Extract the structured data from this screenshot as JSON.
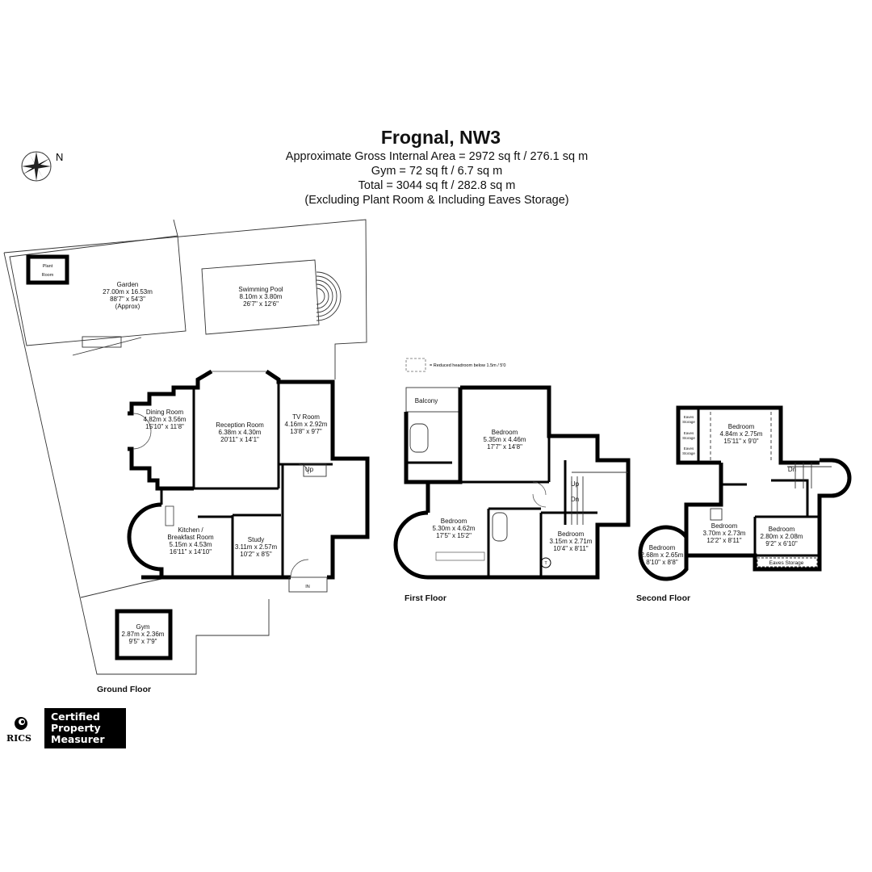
{
  "header": {
    "title": "Frognal, NW3",
    "lines": [
      "Approximate Gross Internal Area = 2972 sq ft / 276.1 sq m",
      "Gym = 72 sq ft / 6.7 sq m",
      "Total = 3044 sq ft / 282.8 sq m",
      "(Excluding Plant Room & Including Eaves Storage)"
    ]
  },
  "compass": {
    "north_label": "N"
  },
  "legend": {
    "headroom_note": "= Reduced headroom below 1.5m / 5'0"
  },
  "ground_floor": {
    "label": "Ground Floor",
    "rooms": [
      {
        "lines": [
          "Plant",
          "Room"
        ]
      },
      {
        "lines": [
          "Garden",
          "27.00m x 16.53m",
          "88'7\" x 54'3\"",
          "(Approx)"
        ]
      },
      {
        "lines": [
          "Swimming Pool",
          "8.10m x 3.80m",
          "26'7\" x 12'6\""
        ]
      },
      {
        "lines": [
          "Dining Room",
          "4.82m x 3.56m",
          "15'10\" x 11'8\""
        ]
      },
      {
        "lines": [
          "Reception Room",
          "6.38m x 4.30m",
          "20'11\" x 14'1\""
        ]
      },
      {
        "lines": [
          "TV Room",
          "4.16m x 2.92m",
          "13'8\" x 9'7\""
        ]
      },
      {
        "lines": [
          "Kitchen /",
          "Breakfast Room",
          "5.15m x 4.53m",
          "16'11\" x 14'10\""
        ]
      },
      {
        "lines": [
          "Study",
          "3.11m x 2.57m",
          "10'2\" x 8'5\""
        ]
      },
      {
        "lines": [
          "Gym",
          "2.87m x 2.36m",
          "9'5\" x 7'9\""
        ]
      }
    ],
    "markers": {
      "up": "Up",
      "in": "IN"
    }
  },
  "first_floor": {
    "label": "First Floor",
    "rooms": [
      {
        "lines": [
          "Balcony"
        ]
      },
      {
        "lines": [
          "Bedroom",
          "5.35m x 4.46m",
          "17'7\" x 14'8\""
        ]
      },
      {
        "lines": [
          "Bedroom",
          "5.30m x 4.62m",
          "17'5\" x 15'2\""
        ]
      },
      {
        "lines": [
          "Bedroom",
          "3.15m x 2.71m",
          "10'4\" x 8'11\""
        ]
      }
    ],
    "markers": {
      "up": "Up",
      "dn": "Dn",
      "tank": "T"
    }
  },
  "second_floor": {
    "label": "Second Floor",
    "rooms": [
      {
        "lines": [
          "Bedroom",
          "4.84m x 2.75m",
          "15'11\" x 9'0\""
        ]
      },
      {
        "lines": [
          "Bedroom",
          "3.70m x 2.73m",
          "12'2\" x 8'11\""
        ]
      },
      {
        "lines": [
          "Bedroom",
          "2.80m x 2.08m",
          "9'2\" x 6'10\""
        ]
      },
      {
        "lines": [
          "Bedroom",
          "2.68m x 2.65m",
          "8'10\" x 8'8\""
        ]
      },
      {
        "lines": [
          "Eaves Storage"
        ]
      },
      {
        "lines": [
          "Eaves",
          "Storage"
        ]
      },
      {
        "lines": [
          "Eaves",
          "Storage"
        ]
      },
      {
        "lines": [
          "Eaves",
          "Storage"
        ]
      }
    ],
    "markers": {
      "dn": "Dn"
    }
  },
  "certification": {
    "org": "RICS",
    "badge_lines": [
      "Certified",
      "Property",
      "Measurer"
    ]
  }
}
